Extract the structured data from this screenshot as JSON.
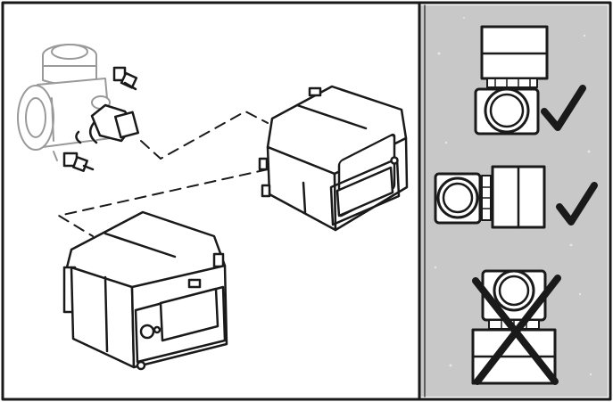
{
  "figure": {
    "colors": {
      "frame": "#1a1a1a",
      "panel_background": "#c8c8c8",
      "line_art": "#1a1a1a",
      "faded_valve": "#9a9a9a",
      "body_fill": "#ffffff",
      "check_mark": "#1a1a1a",
      "cross_mark": "#1a1a1a"
    },
    "orientations": [
      {
        "id": "actuator-above-valve",
        "status": "allowed",
        "icon": "check-mark-icon"
      },
      {
        "id": "actuator-beside-valve",
        "status": "allowed",
        "icon": "check-mark-icon"
      },
      {
        "id": "actuator-below-valve",
        "status": "not-allowed",
        "icon": "cross-mark-icon"
      }
    ]
  }
}
